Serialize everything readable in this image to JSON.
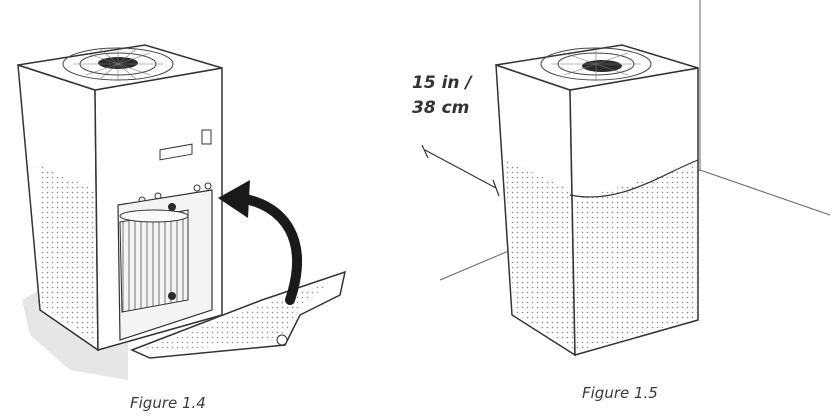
{
  "figures": [
    {
      "caption": "Figure 1.4"
    },
    {
      "caption": "Figure 1.5"
    }
  ],
  "clearance": {
    "line1": "15 in /",
    "line2": "38 cm"
  },
  "colors": {
    "ink": "#333333",
    "shadow": "#e6e6e6",
    "arrow": "#1a1a1a",
    "caption": "#3a3a3a"
  }
}
